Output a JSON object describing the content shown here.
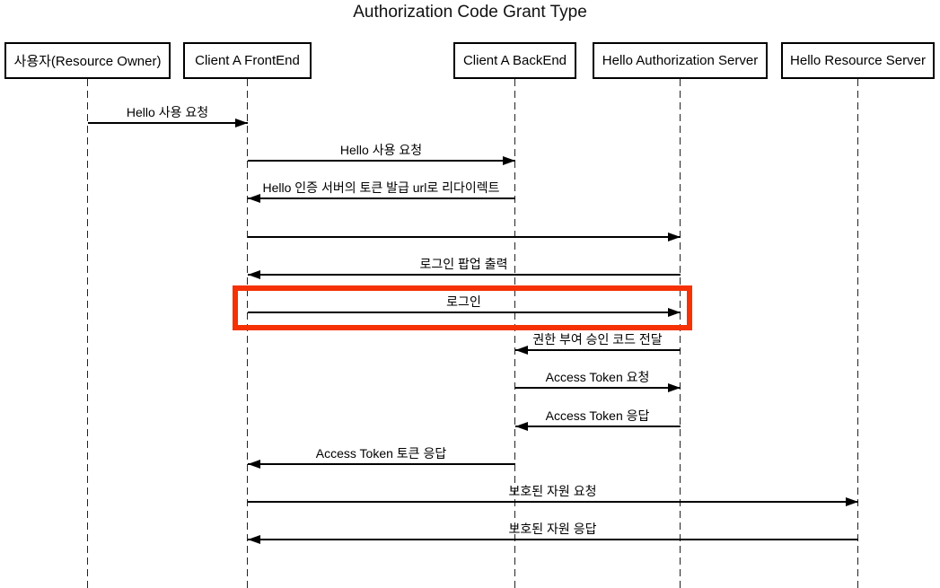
{
  "title": "Authorization Code Grant Type",
  "diagram": {
    "type": "sequence",
    "actors": [
      {
        "id": "resource-owner",
        "label": "사용자(Resource Owner)"
      },
      {
        "id": "client-a-frontend",
        "label": "Client A FrontEnd"
      },
      {
        "id": "client-a-backend",
        "label": "Client A BackEnd"
      },
      {
        "id": "hello-authorization-server",
        "label": "Hello Authorization Server"
      },
      {
        "id": "hello-resource-server",
        "label": "Hello Resource Server"
      }
    ],
    "messages": [
      {
        "from": "resource-owner",
        "to": "client-a-frontend",
        "label": "Hello 사용 요청",
        "highlighted": false
      },
      {
        "from": "client-a-frontend",
        "to": "client-a-backend",
        "label": "Hello 사용 요청",
        "highlighted": false
      },
      {
        "from": "client-a-backend",
        "to": "client-a-frontend",
        "label": "Hello 인증 서버의 토큰 발급 url로 리다이렉트",
        "highlighted": false
      },
      {
        "from": "client-a-frontend",
        "to": "hello-authorization-server",
        "label": "",
        "highlighted": false
      },
      {
        "from": "hello-authorization-server",
        "to": "client-a-frontend",
        "label": "로그인 팝업 출력",
        "highlighted": false
      },
      {
        "from": "client-a-frontend",
        "to": "hello-authorization-server",
        "label": "로그인",
        "highlighted": true
      },
      {
        "from": "hello-authorization-server",
        "to": "client-a-backend",
        "label": "권한 부여 승인 코드 전달",
        "highlighted": false
      },
      {
        "from": "client-a-backend",
        "to": "hello-authorization-server",
        "label": "Access Token 요청",
        "highlighted": false
      },
      {
        "from": "hello-authorization-server",
        "to": "client-a-backend",
        "label": "Access Token 응답",
        "highlighted": false
      },
      {
        "from": "client-a-backend",
        "to": "client-a-frontend",
        "label": "Access Token 토큰 응답",
        "highlighted": false
      },
      {
        "from": "client-a-frontend",
        "to": "hello-resource-server",
        "label": "보호된 자원 요청",
        "highlighted": false
      },
      {
        "from": "hello-resource-server",
        "to": "client-a-frontend",
        "label": "보호된 자원 응답",
        "highlighted": false
      }
    ],
    "colors": {
      "line": "#000000",
      "text": "#000000",
      "background": "#ffffff",
      "highlight": "#f53105"
    }
  }
}
